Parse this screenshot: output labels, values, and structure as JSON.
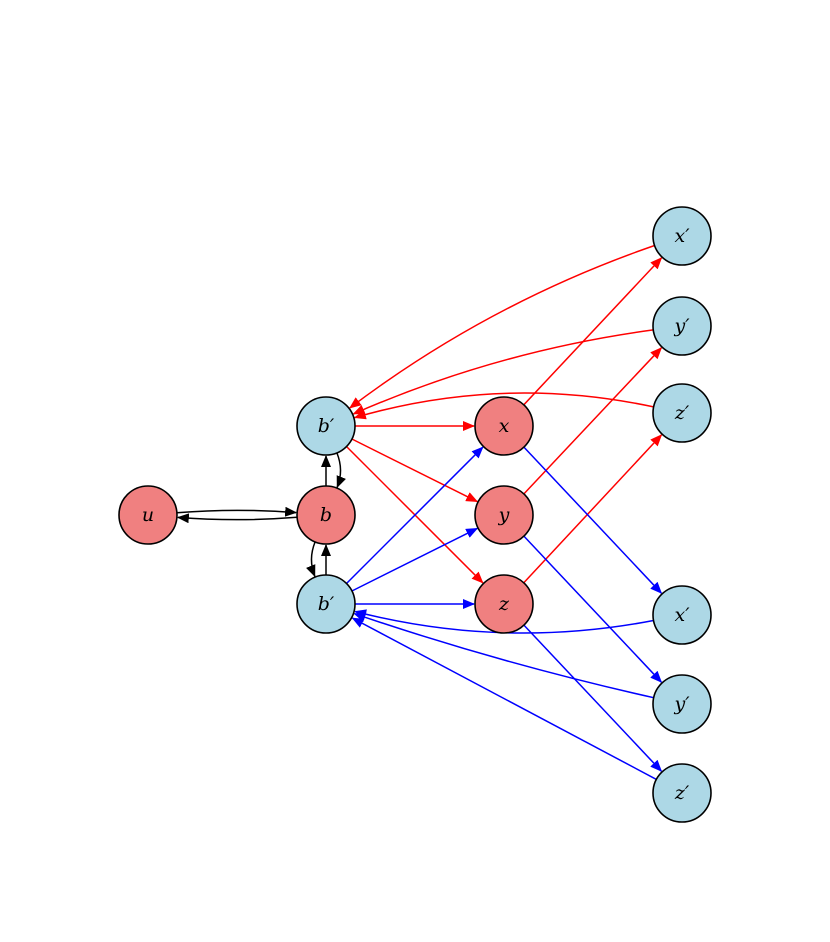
{
  "colors": {
    "red_node": "#f08080",
    "blue_node": "#add8e6",
    "black_edge": "#000000",
    "red_edge": "#ff0000",
    "blue_edge": "#0000ff"
  },
  "nodes": [
    {
      "id": "u",
      "label": "u",
      "fill": "red"
    },
    {
      "id": "b",
      "label": "b",
      "fill": "red"
    },
    {
      "id": "b_top",
      "label": "b′",
      "fill": "blue"
    },
    {
      "id": "b_bot",
      "label": "b′",
      "fill": "blue"
    },
    {
      "id": "x",
      "label": "x",
      "fill": "red"
    },
    {
      "id": "y",
      "label": "y",
      "fill": "red"
    },
    {
      "id": "z",
      "label": "z",
      "fill": "red"
    },
    {
      "id": "xp_top",
      "label": "x′",
      "fill": "blue"
    },
    {
      "id": "yp_top",
      "label": "y′",
      "fill": "blue"
    },
    {
      "id": "zp_top",
      "label": "z′",
      "fill": "blue"
    },
    {
      "id": "xp_bot",
      "label": "x′",
      "fill": "blue"
    },
    {
      "id": "yp_bot",
      "label": "y′",
      "fill": "blue"
    },
    {
      "id": "zp_bot",
      "label": "z′",
      "fill": "blue"
    }
  ],
  "edges": [
    {
      "from": "b",
      "to": "u",
      "color": "black"
    },
    {
      "from": "u",
      "to": "b",
      "color": "black"
    },
    {
      "from": "b",
      "to": "b_top",
      "color": "black"
    },
    {
      "from": "b_top",
      "to": "b",
      "color": "black"
    },
    {
      "from": "b",
      "to": "b_bot",
      "color": "black"
    },
    {
      "from": "b_bot",
      "to": "b",
      "color": "black"
    },
    {
      "from": "b_top",
      "to": "x",
      "color": "red"
    },
    {
      "from": "b_top",
      "to": "y",
      "color": "red"
    },
    {
      "from": "b_top",
      "to": "z",
      "color": "red"
    },
    {
      "from": "x",
      "to": "xp_top",
      "color": "red"
    },
    {
      "from": "y",
      "to": "yp_top",
      "color": "red"
    },
    {
      "from": "z",
      "to": "zp_top",
      "color": "red"
    },
    {
      "from": "xp_top",
      "to": "b_top",
      "color": "red"
    },
    {
      "from": "yp_top",
      "to": "b_top",
      "color": "red"
    },
    {
      "from": "zp_top",
      "to": "b_top",
      "color": "red"
    },
    {
      "from": "b_bot",
      "to": "x",
      "color": "blue"
    },
    {
      "from": "b_bot",
      "to": "y",
      "color": "blue"
    },
    {
      "from": "b_bot",
      "to": "z",
      "color": "blue"
    },
    {
      "from": "x",
      "to": "xp_bot",
      "color": "blue"
    },
    {
      "from": "y",
      "to": "yp_bot",
      "color": "blue"
    },
    {
      "from": "z",
      "to": "zp_bot",
      "color": "blue"
    },
    {
      "from": "xp_bot",
      "to": "b_bot",
      "color": "blue"
    },
    {
      "from": "yp_bot",
      "to": "b_bot",
      "color": "blue"
    },
    {
      "from": "zp_bot",
      "to": "b_bot",
      "color": "blue"
    }
  ]
}
